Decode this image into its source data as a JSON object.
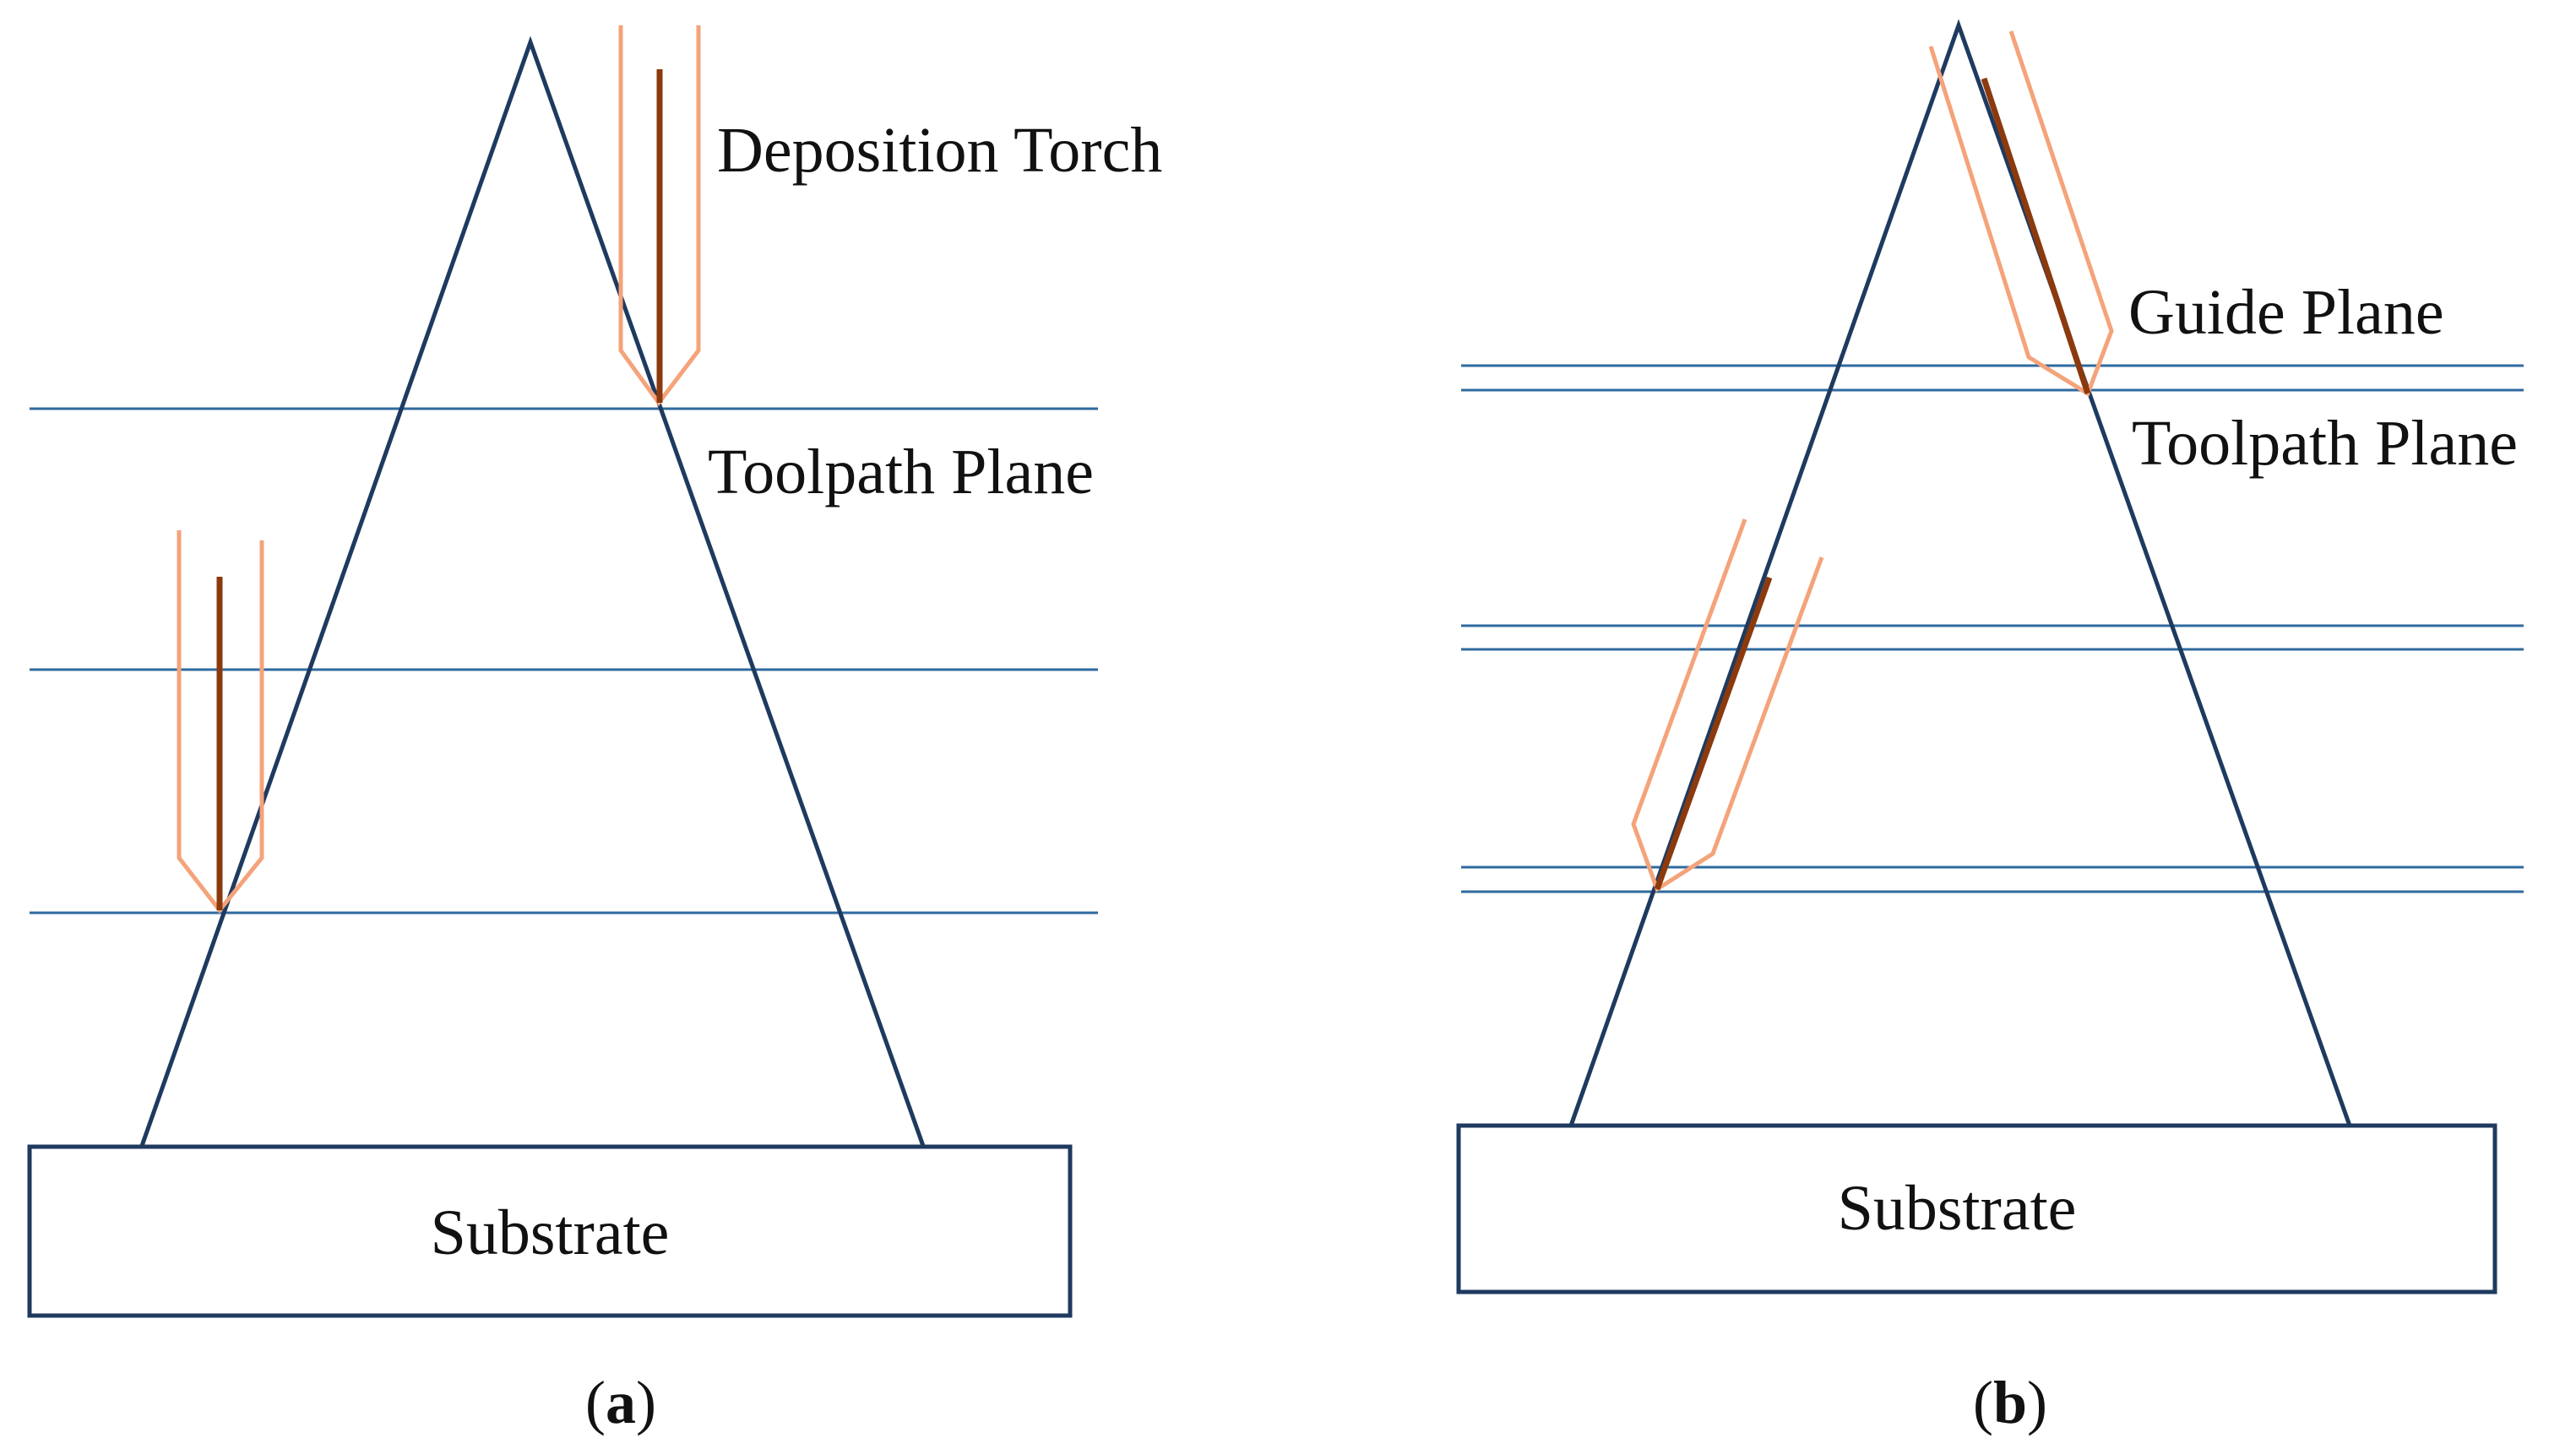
{
  "colors": {
    "outline": "#1f3a5f",
    "plane": "#2f6a9f",
    "torch_outline": "#f4a37a",
    "torch_wire": "#8b3a0e",
    "text": "#111111"
  },
  "panel_a": {
    "substrate_label": "Substrate",
    "torch_label": "Deposition Torch",
    "toolpath_label": "Toolpath Plane",
    "caption_open": "(",
    "caption_letter": "a",
    "caption_close": ")"
  },
  "panel_b": {
    "substrate_label": "Substrate",
    "guide_label": "Guide Plane",
    "toolpath_label": "Toolpath Plane",
    "caption_open": "(",
    "caption_letter": "b",
    "caption_close": ")"
  }
}
